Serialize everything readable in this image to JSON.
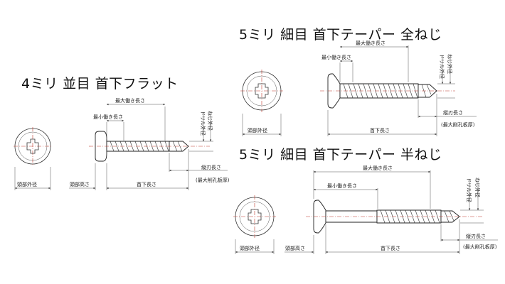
{
  "titles": {
    "a": "4ミリ 並目 首下フラット",
    "b": "5ミリ 細目 首下テーパー 全ねじ",
    "c": "5ミリ 細目 首下テーパー 半ねじ"
  },
  "labels": {
    "head_dia": "頭部外径",
    "head_height": "頭部高さ",
    "length": "首下長さ",
    "max_grip": "最大働き長さ",
    "min_grip": "最小働き長さ",
    "drill_dia": "ドリル外径",
    "thread_dia": "ねじ外径",
    "cutting_len": "縦刃長さ",
    "max_plate": "(最大削孔板厚)"
  },
  "colors": {
    "centerline": "#c0392b",
    "line": "#333333"
  }
}
